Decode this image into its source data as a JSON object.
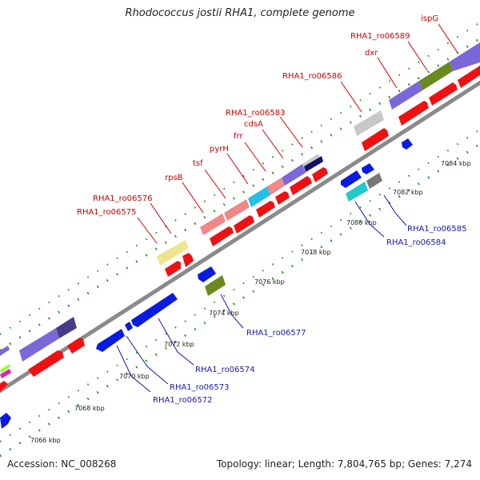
{
  "title": "Rhodococcus jostii RHA1, complete genome",
  "footer": {
    "accession": "Accession: NC_008268",
    "summary": "Topology: linear; Length: 7,804,765 bp; Genes: 7,274"
  },
  "scale_labels": [
    "7066 kbp",
    "7068 kbp",
    "7070 kbp",
    "7072 kbp",
    "7074 kbp",
    "7076 kbp",
    "7078 kbp",
    "7080 kbp",
    "7082 kbp",
    "7084 kbp"
  ],
  "gene_labels_forward": [
    "RHA1_ro06575",
    "RHA1_ro06576",
    "rpsB",
    "tsf",
    "pyrH",
    "frr",
    "cdsA",
    "RHA1_ro06583",
    "RHA1_ro06586",
    "dxr",
    "RHA1_ro06589",
    "ispG"
  ],
  "gene_labels_reverse": [
    "RHA1_ro06572",
    "RHA1_ro06573",
    "RHA1_ro06574",
    "RHA1_ro06577",
    "RHA1_ro06584",
    "RHA1_ro06585"
  ],
  "colors": {
    "forward_label": "#cc0000",
    "reverse_label": "#1a1aaa",
    "cds_forward": "#ee1111",
    "cds_reverse": "#0a1ae0",
    "axis": "#888888",
    "tick": "#1a8a1a",
    "leader": "#cc0000",
    "leader_reverse": "#1a1aaa",
    "cog_purple": "#7b68d8",
    "cog_dark_purple": "#4a3a8a",
    "cog_yellow": "#eee68e",
    "cog_pink": "#f08888",
    "cog_cyan": "#22c0e8",
    "cog_teal": "#20c8c8",
    "cog_grey": "#c8c8c8",
    "cog_dark_grey": "#777777",
    "cog_olive": "#6a8a20",
    "cog_navy": "#10106a",
    "cog_lime": "#99ff22",
    "cog_magenta": "#dd22bb"
  }
}
